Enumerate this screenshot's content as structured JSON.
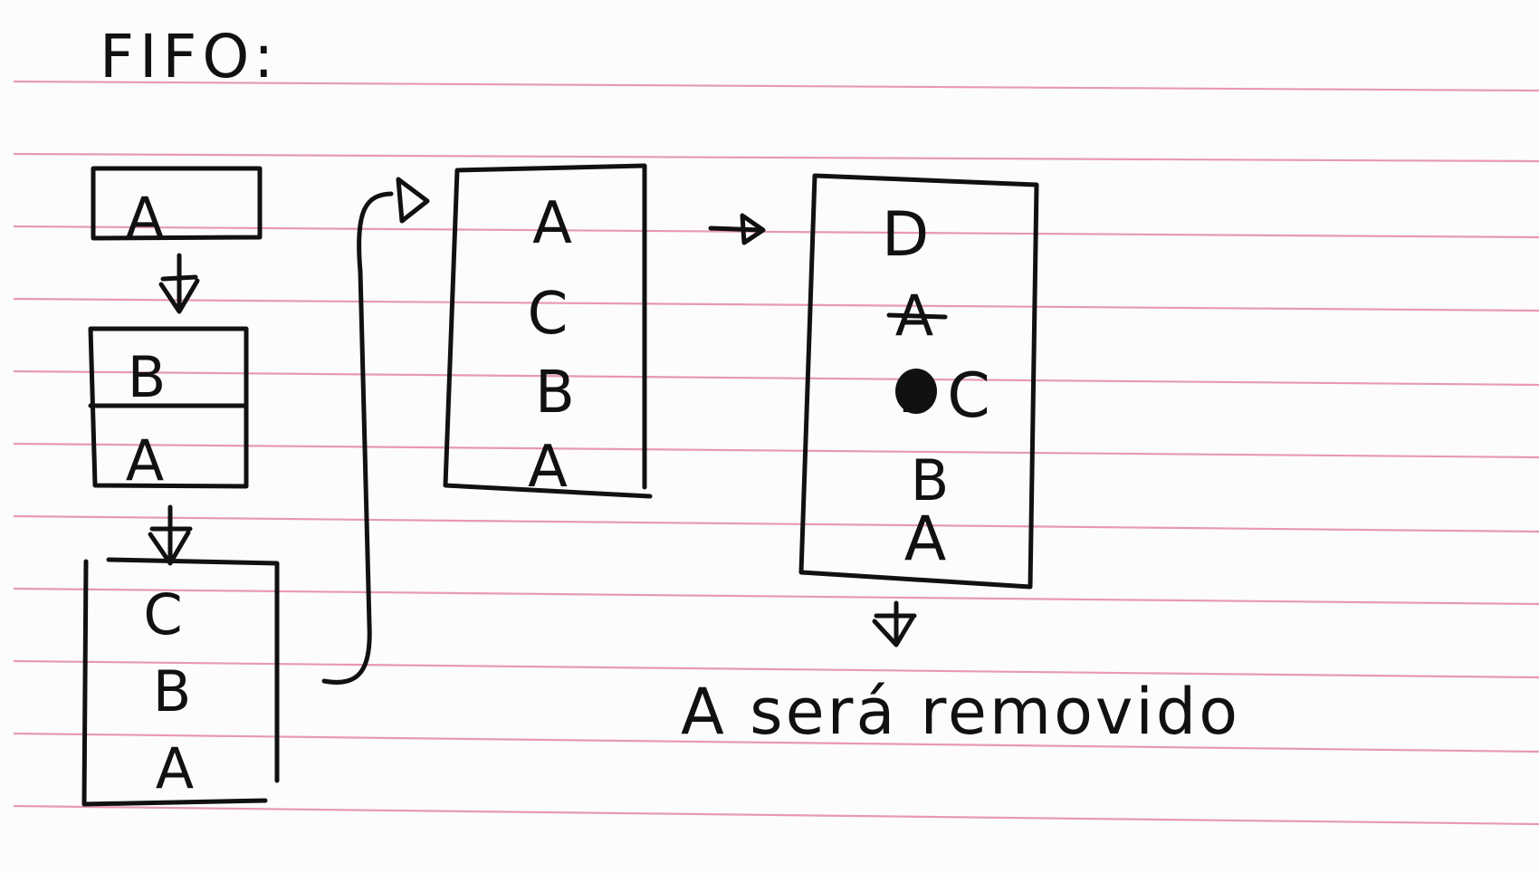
{
  "title": "FIFO:",
  "stage1": {
    "items": [
      "A"
    ]
  },
  "stage2": {
    "items": [
      "B",
      "A"
    ]
  },
  "stage3": {
    "items": [
      "C",
      "B",
      "A"
    ]
  },
  "stage4": {
    "items": [
      "A",
      "C",
      "B",
      "A"
    ]
  },
  "stage5": {
    "items": [
      "D",
      "A",
      "C",
      "B",
      "A"
    ],
    "struck_item": "A",
    "scribbled_item": "B",
    "replacement_item": "C"
  },
  "footnote": "A será removido",
  "colors": {
    "ink": "#111111",
    "paper_lines": "#e79aae",
    "paper": "#fcfcfc"
  }
}
